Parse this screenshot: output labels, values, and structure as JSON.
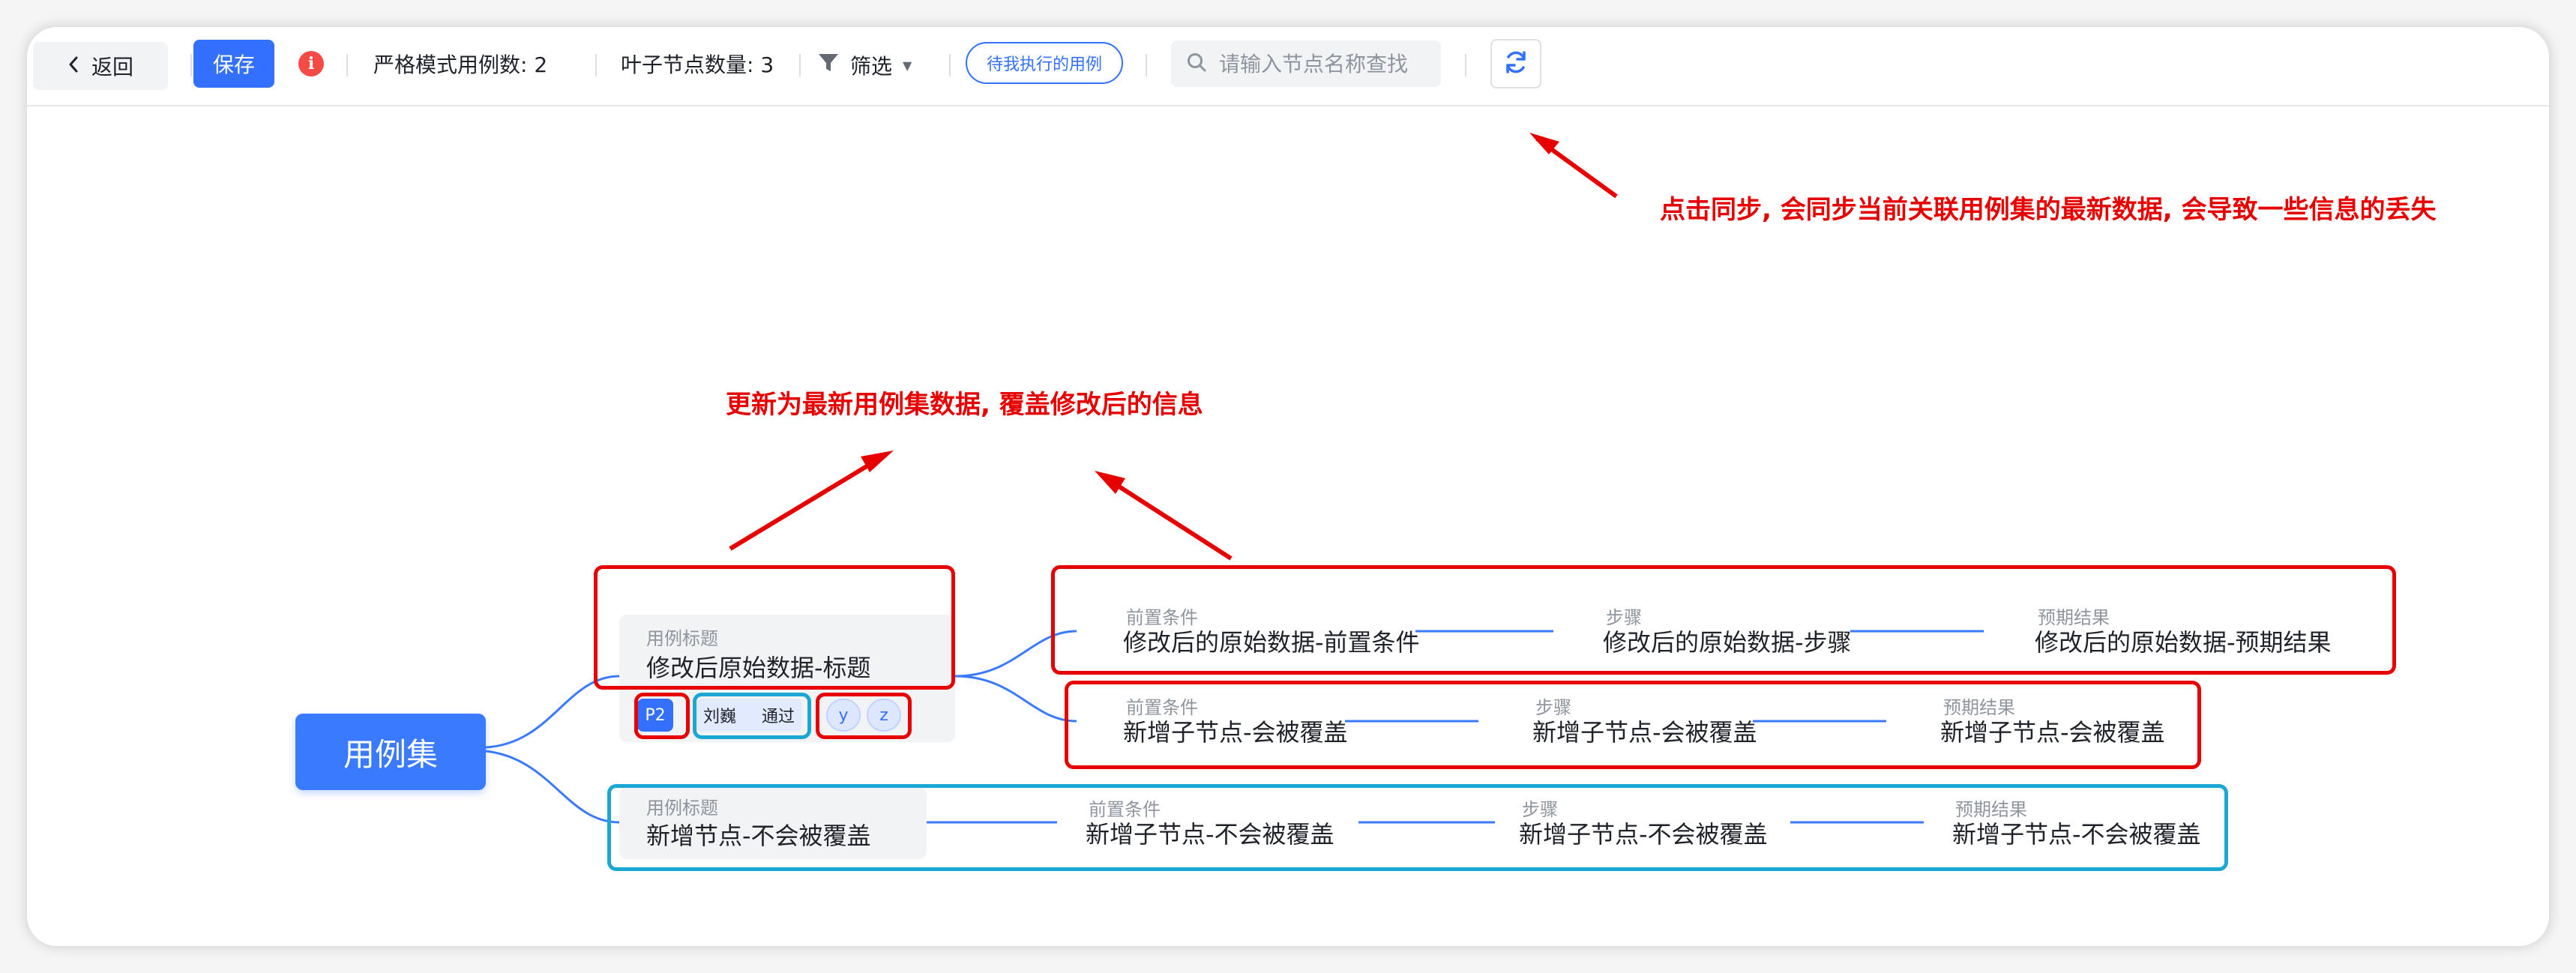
{
  "toolbar": {
    "back_label": "返回",
    "save_label": "保存",
    "strict_count": "严格模式用例数: 2",
    "leaf_count": "叶子节点数量: 3",
    "filter_label": "筛选",
    "pending_label": "待我执行的用例",
    "search_placeholder": "请输入节点名称查找"
  },
  "annotations": {
    "sync_note": "点击同步, 会同步当前关联用例集的最新数据, 会导致一些信息的丢失",
    "update_note": "更新为最新用例集数据, 覆盖修改后的信息"
  },
  "colors": {
    "accent": "#3370ff",
    "root": "#3a7afe",
    "annotation": "#e60000",
    "highlight_cyan": "#1aa7d4"
  },
  "mindmap": {
    "root": "用例集",
    "case1": {
      "title_label": "用例标题",
      "title": "修改后原始数据-标题",
      "priority": "P2",
      "executor": "刘巍",
      "result": "通过",
      "keywords": [
        "y",
        "z"
      ],
      "branch1": {
        "pre_label": "前置条件",
        "pre": "修改后的原始数据-前置条件",
        "step_label": "步骤",
        "step": "修改后的原始数据-步骤",
        "expect_label": "预期结果",
        "expect": "修改后的原始数据-预期结果"
      },
      "branch2": {
        "pre_label": "前置条件",
        "pre": "新增子节点-会被覆盖",
        "step_label": "步骤",
        "step": "新增子节点-会被覆盖",
        "expect_label": "预期结果",
        "expect": "新增子节点-会被覆盖"
      }
    },
    "case2": {
      "title_label": "用例标题",
      "title": "新增节点-不会被覆盖",
      "pre_label": "前置条件",
      "pre": "新增子节点-不会被覆盖",
      "step_label": "步骤",
      "step": "新增子节点-不会被覆盖",
      "expect_label": "预期结果",
      "expect": "新增子节点-不会被覆盖"
    }
  }
}
